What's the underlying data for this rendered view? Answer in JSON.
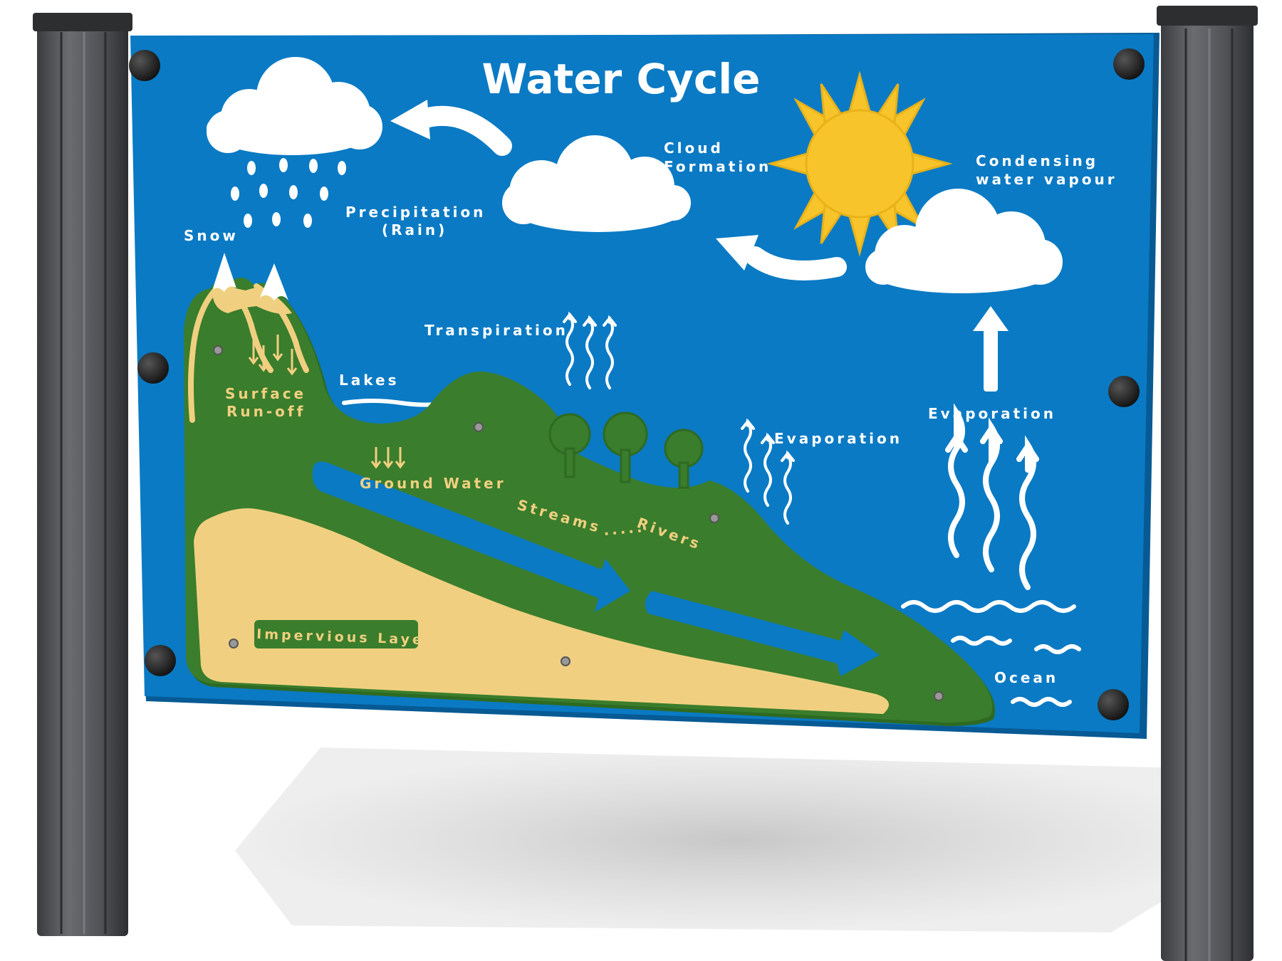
{
  "title": "Water Cycle",
  "labels": {
    "snow": "Snow",
    "precipitation_line1": "Precipitation",
    "precipitation_line2": "(Rain)",
    "cloud_formation_line1": "Cloud",
    "cloud_formation_line2": "Formation",
    "condensing_line1": "Condensing",
    "condensing_line2": "water vapour",
    "transpiration": "Transpiration",
    "lakes": "Lakes",
    "surface_runoff_line1": "Surface",
    "surface_runoff_line2": "Run-off",
    "ground_water": "Ground Water",
    "streams": "Streams",
    "dots": ".....",
    "rivers": "Rivers",
    "evaporation_land": "Evaporation",
    "evaporation_ocean": "Evaporation",
    "impervious_layer": "Impervious Layer",
    "ocean": "Ocean"
  },
  "colors": {
    "sky": "#0a7ac4",
    "panel_edge": "#075a94",
    "land": "#3a7d2c",
    "land_dark": "#2e6a22",
    "sand": "#f0d080",
    "sun": "#f7c52b",
    "post": "#4d4f52",
    "text": "#ffffff",
    "land_text": "#f0d080"
  }
}
